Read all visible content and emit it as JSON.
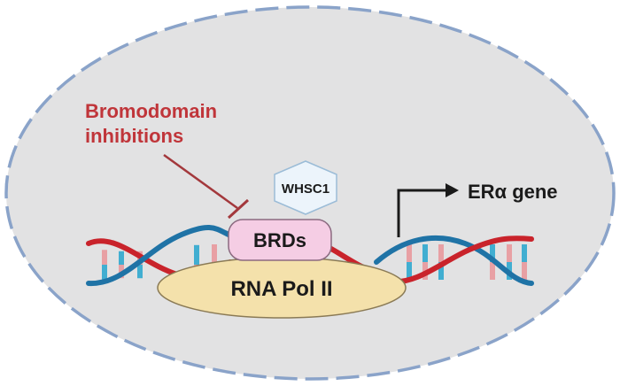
{
  "labels": {
    "inhibitor_line1": "Bromodomain",
    "inhibitor_line2": "inhibitions",
    "whsc1": "WHSC1",
    "brds": "BRDs",
    "rna_pol": "RNA Pol II",
    "gene": "ERα gene"
  },
  "colors": {
    "nucleus_fill": "#e2e2e3",
    "nucleus_border": "#8aa3c9",
    "inhibitor_text": "#c0353a",
    "inhibitor_line": "#a3383c",
    "dna_red": "#c9232b",
    "dna_blue": "#1f73a6",
    "rung_pink": "#e8a0a4",
    "rung_cyan": "#41aed1",
    "brds_fill": "#f5cde4",
    "brds_stroke": "#8b6a80",
    "whsc1_fill": "#ecf4fb",
    "whsc1_stroke": "#9bbcd7",
    "polii_fill": "#f4e1ab",
    "polii_stroke": "#8a7a55",
    "arrow": "#1a1a1a"
  }
}
